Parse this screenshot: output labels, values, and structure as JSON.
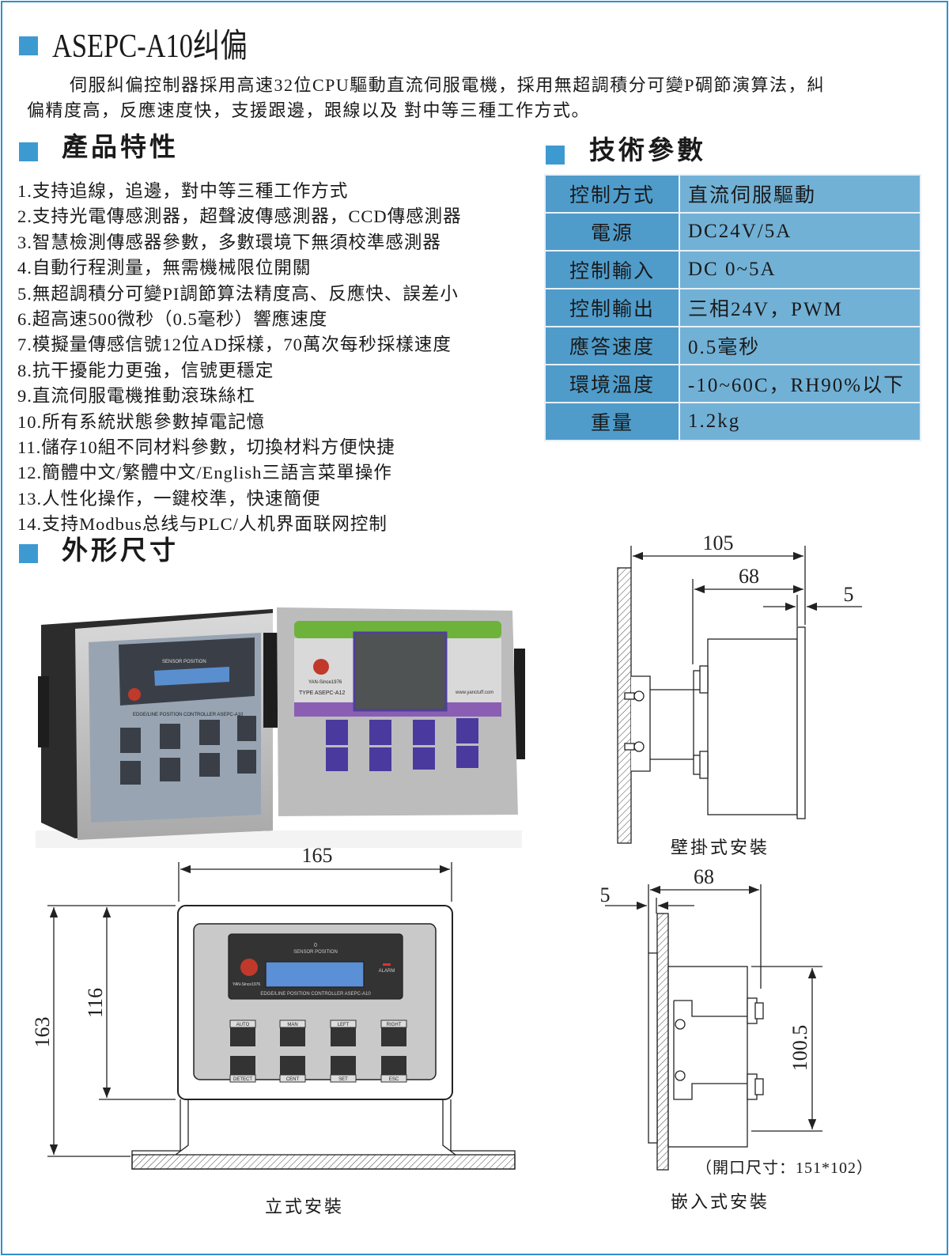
{
  "title": "ASEPC-A10纠偏",
  "intro": [
    "伺服糾偏控制器採用高速32位CPU驅動直流伺服電機，採用無超調積分可變P碉節演算法，糾",
    "偏精度高，反應速度快，支援跟邊，跟線以及 對中等三種工作方式。"
  ],
  "features": {
    "heading": "產品特性",
    "items": [
      "1.支持追線，追邊，對中等三種工作方式",
      "2.支持光電傳感測器，超聲波傳感測器，CCD傳感測器",
      "3.智慧檢測傳感器參數，多數環境下無須校準感測器",
      "4.自動行程測量，無需機械限位開關",
      "5.無超調積分可變PI調節算法精度高、反應快、誤差小",
      "6.超高速500微秒（0.5毫秒）響應速度",
      "7.模擬量傳感信號12位AD採樣，70萬次每秒採樣速度",
      "8.抗干擾能力更強，信號更穩定",
      "9.直流伺服電機推動滾珠絲杠",
      "10.所有系統狀態參數掉電記憶",
      "11.儲存10組不同材料參數，切換材料方便快捷",
      "12.簡體中文/繁體中文/English三語言菜單操作",
      "13.人性化操作，一鍵校準，快速簡便",
      "14.支持Modbus总线与PLC/人机界面联网控制"
    ]
  },
  "specs": {
    "heading": "技術參數",
    "rows": [
      {
        "k": "控制方式",
        "v": "直流伺服驅動"
      },
      {
        "k": "電源",
        "v": "DC24V/5A"
      },
      {
        "k": "控制輸入",
        "v": "DC  0~5A"
      },
      {
        "k": "控制輸出",
        "v": "三相24V，PWM"
      },
      {
        "k": "應答速度",
        "v": "0.5毫秒"
      },
      {
        "k": "環境溫度",
        "v": "-10~60C，RH90%以下"
      },
      {
        "k": "重量",
        "v": "1.2kg"
      }
    ]
  },
  "dimensions": {
    "heading": "外形尺寸",
    "wall": {
      "caption": "壁掛式安裝",
      "d1": "105",
      "d2": "68",
      "d3": "5"
    },
    "stand": {
      "caption": "立式安裝",
      "width": "165",
      "height": "163",
      "panel": "116"
    },
    "embed": {
      "caption": "嵌入式安裝",
      "d1": "5",
      "d2": "68",
      "height": "100.5",
      "cutout": "（開口尺寸：151*102）"
    }
  },
  "device": {
    "sensor_position": "SENSOR POSITION",
    "zero": "0",
    "alarm": "ALARM",
    "brand": "YAN-Since1976",
    "model_line": "EDGE/LINE POSITION CONTROLLER ASEPC-A10",
    "type_a12": "TYPE ASEPC-A12",
    "website": "www.yanctuff.com",
    "buttons": [
      "AUTO",
      "MAN",
      "LEFT",
      "RIGHT",
      "DETECT",
      "CENT",
      "SET",
      "ESC"
    ]
  },
  "colors": {
    "accent": "#3d9ad1",
    "table_key": "#4f9ccb",
    "table_val": "#72b1d6",
    "frame": "#2f8fd0"
  }
}
